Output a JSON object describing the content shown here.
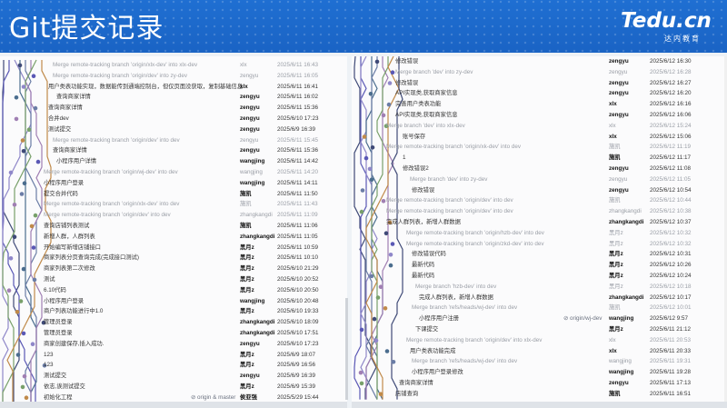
{
  "slide": {
    "title": "Git提交记录"
  },
  "logo": {
    "brand": "Tedu.cn",
    "sub": "达内教育"
  },
  "colors": {
    "header": "#1f6fd2",
    "graph": [
      "#3f4a77",
      "#5a58b5",
      "#8f87c9",
      "#4b6d8e",
      "#6b7da6",
      "#a07fb3",
      "#78a06a",
      "#c08a4a"
    ]
  },
  "left_commits": [
    {
      "message": "Merge remote-tracking branch 'origin/xlx-dev' into xlx-dev",
      "author": "xlx",
      "date": "2025/6/11 16:43",
      "style": "dim",
      "tag": ""
    },
    {
      "message": "Merge remote-tracking branch 'origin/dev' into zy-dev",
      "author": "zengyu",
      "date": "2025/6/11 16:05",
      "style": "dim",
      "tag": ""
    },
    {
      "message": "用户类表功能实现，数据能传到通端控制台，但仅页面没获取，复制基础信息",
      "author": "xlx",
      "date": "2025/6/11 16:41",
      "style": "norm",
      "tag": ""
    },
    {
      "message": "查询商家详情",
      "author": "zengyu",
      "date": "2025/6/11 16:02",
      "style": "norm",
      "tag": ""
    },
    {
      "message": "查询商家详情",
      "author": "zengyu",
      "date": "2025/6/11 15:36",
      "style": "norm",
      "tag": ""
    },
    {
      "message": "合并dev",
      "author": "zengyu",
      "date": "2025/6/10 17:23",
      "style": "norm",
      "tag": ""
    },
    {
      "message": "测试提交",
      "author": "zengyu",
      "date": "2025/6/9 16:39",
      "style": "norm",
      "tag": ""
    },
    {
      "message": "Merge remote-tracking branch 'origin/dev' into dev",
      "author": "zengyu",
      "date": "2025/6/11 15:45",
      "style": "dim",
      "tag": ""
    },
    {
      "message": "查询商家详情",
      "author": "zengyu",
      "date": "2025/6/11 15:36",
      "style": "norm",
      "tag": ""
    },
    {
      "message": "小程序用户详情",
      "author": "wangjing",
      "date": "2025/6/11 14:42",
      "style": "norm",
      "tag": ""
    },
    {
      "message": "Merge remote-tracking branch 'origin/wj-dev' into dev",
      "author": "wangjing",
      "date": "2025/6/11 14:20",
      "style": "dim",
      "tag": ""
    },
    {
      "message": "小程序用户登录",
      "author": "wangjing",
      "date": "2025/6/11 14:11",
      "style": "norm",
      "tag": ""
    },
    {
      "message": "提交合并代码",
      "author": "施凯",
      "date": "2025/6/11 11:50",
      "style": "norm",
      "tag": ""
    },
    {
      "message": "Merge remote-tracking branch 'origin/xlx-dev' into dev",
      "author": "施凯",
      "date": "2025/6/11 11:43",
      "style": "dim",
      "tag": ""
    },
    {
      "message": "Merge remote-tracking branch 'origin/dev' into dev",
      "author": "zhangkangdi",
      "date": "2025/6/11 11:09",
      "style": "dim",
      "tag": ""
    },
    {
      "message": "查询店铺列表测试",
      "author": "施凯",
      "date": "2025/6/11 11:06",
      "style": "norm",
      "tag": ""
    },
    {
      "message": "新增人群，人群列表",
      "author": "zhangkangdi",
      "date": "2025/6/11 11:05",
      "style": "norm",
      "tag": ""
    },
    {
      "message": "开始编写新增店铺接口",
      "author": "黑月z",
      "date": "2025/6/11 10:59",
      "style": "norm",
      "tag": ""
    },
    {
      "message": "商家列表分页查询完成(完成接口测试)",
      "author": "黑月z",
      "date": "2025/6/11 10:10",
      "style": "norm",
      "tag": ""
    },
    {
      "message": "商家列表第二次修改",
      "author": "黑月z",
      "date": "2025/6/10 21:29",
      "style": "norm",
      "tag": ""
    },
    {
      "message": "测试",
      "author": "黑月z",
      "date": "2025/6/10 20:52",
      "style": "norm",
      "tag": ""
    },
    {
      "message": "6.10代码",
      "author": "黑月z",
      "date": "2025/6/10 20:50",
      "style": "norm",
      "tag": ""
    },
    {
      "message": "小程序用户登录",
      "author": "wangjing",
      "date": "2025/6/10 20:48",
      "style": "norm",
      "tag": ""
    },
    {
      "message": "商户列表功能进行中1.0",
      "author": "黑月z",
      "date": "2025/6/10 19:33",
      "style": "norm",
      "tag": ""
    },
    {
      "message": "管理员登录",
      "author": "zhangkangdi",
      "date": "2025/6/10 18:09",
      "style": "norm",
      "tag": ""
    },
    {
      "message": "管理员登录",
      "author": "zhangkangdi",
      "date": "2025/6/10 17:51",
      "style": "norm",
      "tag": ""
    },
    {
      "message": "商家创建保存,插入成功.",
      "author": "zengyu",
      "date": "2025/6/10 17:23",
      "style": "norm",
      "tag": ""
    },
    {
      "message": "123",
      "author": "黑月z",
      "date": "2025/6/9 18:07",
      "style": "norm",
      "tag": ""
    },
    {
      "message": "123",
      "author": "黑月z",
      "date": "2025/6/9 16:56",
      "style": "norm",
      "tag": ""
    },
    {
      "message": "测试提交",
      "author": "zengyu",
      "date": "2025/6/9 16:39",
      "style": "norm",
      "tag": ""
    },
    {
      "message": "依志,诶测试提交",
      "author": "黑月z",
      "date": "2025/6/9 15:39",
      "style": "norm",
      "tag": ""
    },
    {
      "message": "初始化工程",
      "author": "侯亚强",
      "date": "2025/5/29 15:44",
      "style": "norm",
      "tag": "origin & master"
    }
  ],
  "right_commits": [
    {
      "message": "修改错误",
      "author": "zengyu",
      "date": "2025/6/12 16:30",
      "style": "norm",
      "tag": ""
    },
    {
      "message": "Merge branch 'dev' into zy-dev",
      "author": "zengyu",
      "date": "2025/6/12 16:28",
      "style": "dim",
      "tag": ""
    },
    {
      "message": "修改错误",
      "author": "zengyu",
      "date": "2025/6/12 16:27",
      "style": "norm",
      "tag": ""
    },
    {
      "message": "API实现类,获取商家信息",
      "author": "zengyu",
      "date": "2025/6/12 16:20",
      "style": "norm",
      "tag": ""
    },
    {
      "message": "完善用户类表功能",
      "author": "xlx",
      "date": "2025/6/12 16:16",
      "style": "norm",
      "tag": ""
    },
    {
      "message": "API实现类,获取商家信息",
      "author": "zengyu",
      "date": "2025/6/12 16:06",
      "style": "norm",
      "tag": ""
    },
    {
      "message": "Merge branch 'dev' into xlx-dev",
      "author": "xlx",
      "date": "2025/6/12 15:24",
      "style": "dim",
      "tag": ""
    },
    {
      "message": "账号保存",
      "author": "xlx",
      "date": "2025/6/12 15:06",
      "style": "norm",
      "tag": ""
    },
    {
      "message": "Merge remote-tracking branch 'origin/xk-dev' into dev",
      "author": "施凯",
      "date": "2025/6/12 11:19",
      "style": "dim",
      "tag": ""
    },
    {
      "message": "1",
      "author": "施凯",
      "date": "2025/6/12 11:17",
      "style": "norm",
      "tag": ""
    },
    {
      "message": "修改错误2",
      "author": "zengyu",
      "date": "2025/6/12 11:08",
      "style": "norm",
      "tag": ""
    },
    {
      "message": "Merge branch 'dev' into zy-dev",
      "author": "zengyu",
      "date": "2025/6/12 11:05",
      "style": "dim",
      "tag": ""
    },
    {
      "message": "修改错误",
      "author": "zengyu",
      "date": "2025/6/12 10:54",
      "style": "norm",
      "tag": ""
    },
    {
      "message": "Merge remote-tracking branch 'origin/dev' into dev",
      "author": "施凯",
      "date": "2025/6/12 10:44",
      "style": "dim",
      "tag": ""
    },
    {
      "message": "Merge remote-tracking branch 'origin/dev' into dev",
      "author": "zhangkangdi",
      "date": "2025/6/12 10:38",
      "style": "dim",
      "tag": ""
    },
    {
      "message": "完成人群列表，新增人群数据",
      "author": "zhangkangdi",
      "date": "2025/6/12 10:37",
      "style": "norm",
      "tag": ""
    },
    {
      "message": "Merge remote-tracking branch 'origin/hzb-dev' into dev",
      "author": "黑月z",
      "date": "2025/6/12 10:32",
      "style": "dim",
      "tag": ""
    },
    {
      "message": "Merge remote-tracking branch 'origin/zkd-dev' into dev",
      "author": "黑月z",
      "date": "2025/6/12 10:32",
      "style": "dim",
      "tag": ""
    },
    {
      "message": "修改错误代码",
      "author": "黑月z",
      "date": "2025/6/12 10:31",
      "style": "norm",
      "tag": ""
    },
    {
      "message": "最新代码",
      "author": "黑月z",
      "date": "2025/6/12 10:26",
      "style": "norm",
      "tag": ""
    },
    {
      "message": "最新代码",
      "author": "黑月z",
      "date": "2025/6/12 10:24",
      "style": "norm",
      "tag": ""
    },
    {
      "message": "Merge branch 'hzb-dev' into dev",
      "author": "黑月z",
      "date": "2025/6/12 10:18",
      "style": "dim",
      "tag": ""
    },
    {
      "message": "完成人群列表，新增人群数据",
      "author": "zhangkangdi",
      "date": "2025/6/12 10:17",
      "style": "norm",
      "tag": ""
    },
    {
      "message": "Merge branch 'refs/heads/wj-dev' into dev",
      "author": "施凯",
      "date": "2025/6/12 10:01",
      "style": "dim",
      "tag": ""
    },
    {
      "message": "小程序用户注册",
      "author": "wangjing",
      "date": "2025/6/12 9:57",
      "style": "norm",
      "tag": "origin/wj-dev"
    },
    {
      "message": "下课提交",
      "author": "黑月z",
      "date": "2025/6/11 21:12",
      "style": "norm",
      "tag": ""
    },
    {
      "message": "Merge remote-tracking branch 'origin/dev' into xlx-dev",
      "author": "xlx",
      "date": "2025/6/11 20:53",
      "style": "dim",
      "tag": ""
    },
    {
      "message": "用户类表功能完成",
      "author": "xlx",
      "date": "2025/6/11 20:33",
      "style": "norm",
      "tag": ""
    },
    {
      "message": "Merge branch 'refs/heads/wj-dev' into dev",
      "author": "wangjing",
      "date": "2025/6/11 19:31",
      "style": "dim",
      "tag": ""
    },
    {
      "message": "小程序用户登录修改",
      "author": "wangjing",
      "date": "2025/6/11 19:28",
      "style": "norm",
      "tag": ""
    },
    {
      "message": "查询商家详情",
      "author": "zengyu",
      "date": "2025/6/11 17:13",
      "style": "norm",
      "tag": ""
    },
    {
      "message": "店铺查询",
      "author": "施凯",
      "date": "2025/6/11 16:51",
      "style": "norm",
      "tag": ""
    }
  ]
}
